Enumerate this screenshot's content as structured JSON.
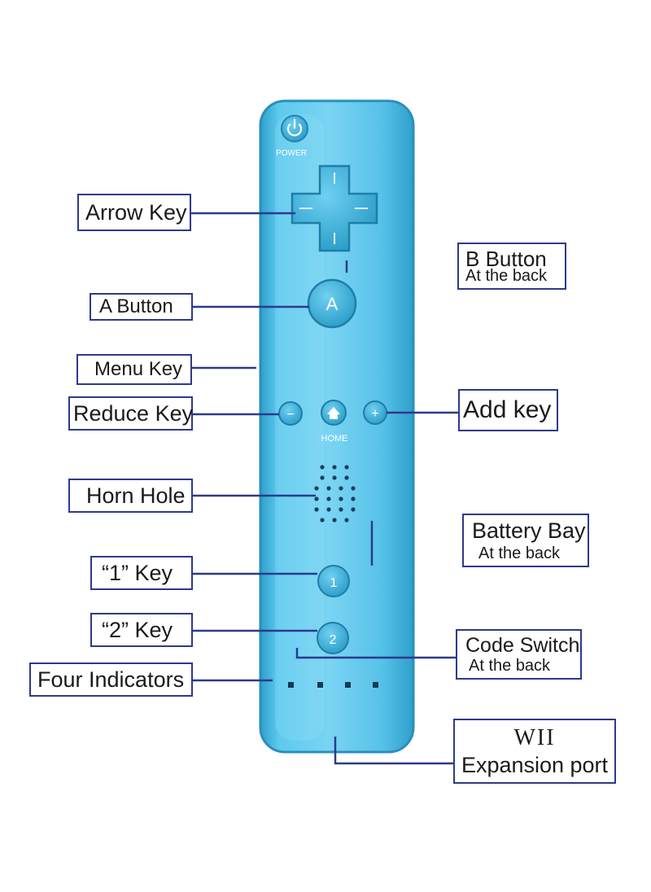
{
  "colors": {
    "remote_body": "#4cc0e6",
    "remote_highlight": "#8fdcf6",
    "remote_shadow": "#2a9cc7",
    "button": "#3aaed9",
    "line": "#2c3a8c",
    "box_border": "#2c3a8c"
  },
  "remote": {
    "power_label": "POWER",
    "a_label": "A",
    "minus_label": "−",
    "plus_label": "+",
    "home_label": "HOME",
    "one_label": "1",
    "two_label": "2",
    "power_icon": "power-icon",
    "home_icon": "house-icon"
  },
  "callouts": {
    "arrow_key": "Arrow Key",
    "b_button": "B Button",
    "b_button_sub": "At the back",
    "a_button": "A Button",
    "menu_key": "Menu Key",
    "reduce_key": "Reduce Key",
    "add_key": "Add key",
    "horn_hole": "Horn Hole",
    "battery_bay": "Battery Bay",
    "battery_bay_sub": "At the back",
    "key_one": "“1” Key",
    "key_two": "“2” Key",
    "code_switch": "Code Switch",
    "code_switch_sub": "At the back",
    "four_indicators": "Four Indicators",
    "wii": "WII",
    "expansion_port": "Expansion port"
  }
}
